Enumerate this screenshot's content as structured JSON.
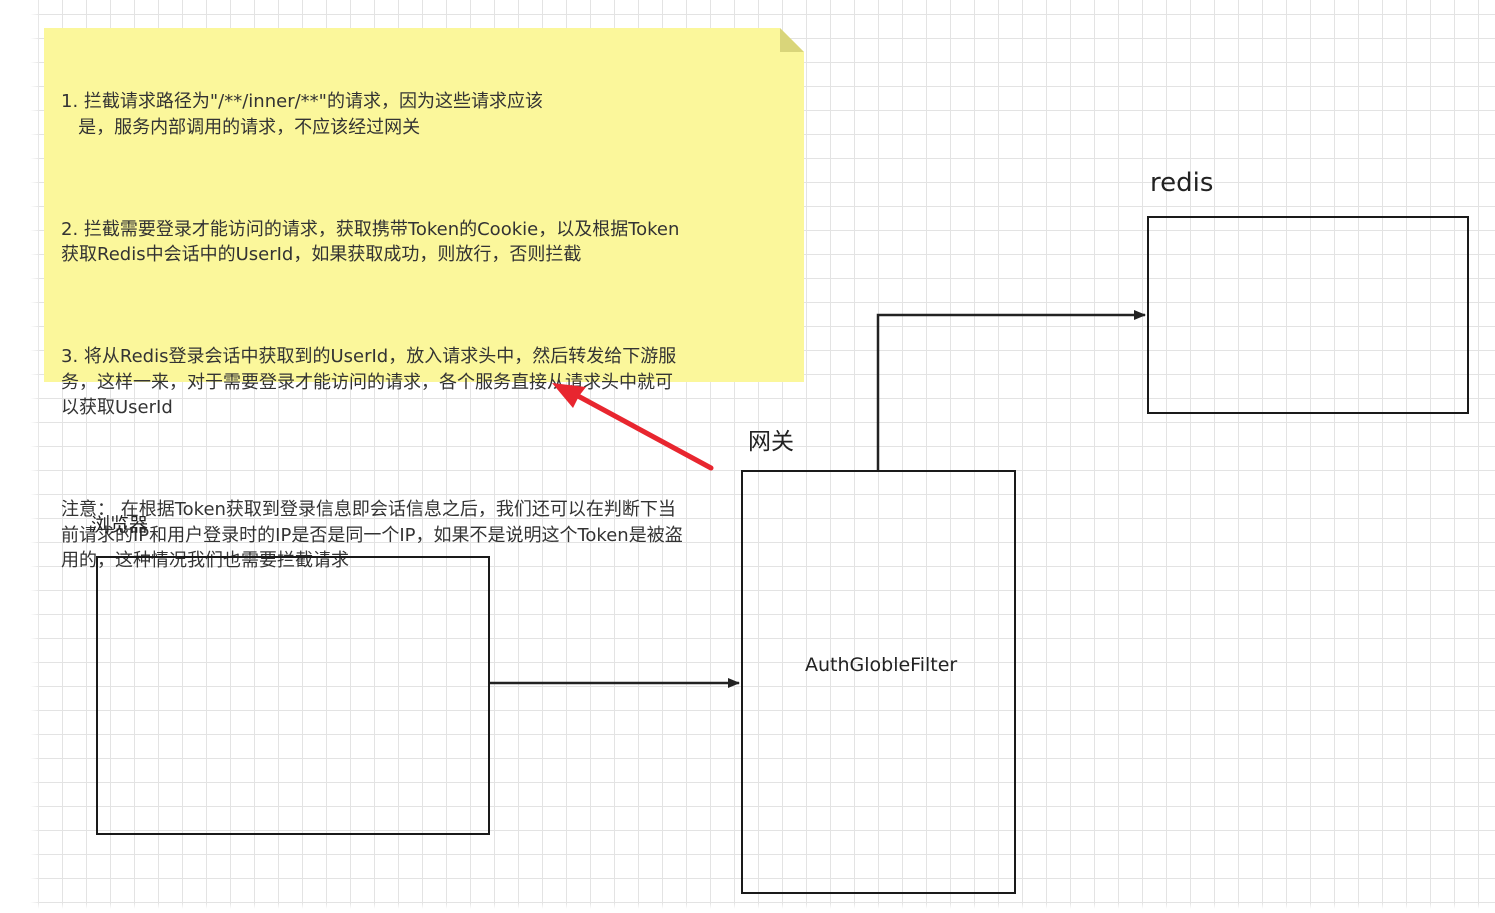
{
  "note": {
    "paragraphs": [
      {
        "lines": [
          "1. 拦截请求路径为\"/**/inner/**\"的请求，因为这些请求应该",
          "   是，服务内部调用的请求，不应该经过网关"
        ]
      },
      {
        "lines": [
          "2. 拦截需要登录才能访问的请求，获取携带Token的Cookie，以及根据Token",
          "获取Redis中会话中的UserId，如果获取成功，则放行，否则拦截"
        ]
      },
      {
        "lines": [
          "3. 将从Redis登录会话中获取到的UserId，放入请求头中，然后转发给下游服",
          "务，这样一来，对于需要登录才能访问的请求，各个服务直接从请求头中就可",
          "以获取UserId"
        ]
      },
      {
        "lines": [
          "注意： 在根据Token获取到登录信息即会话信息之后，我们还可以在判断下当",
          "前请求的IP和用户登录时的IP是否是同一个IP，如果不是说明这个Token是被盗",
          "用的，这种情况我们也需要拦截请求"
        ]
      }
    ],
    "background_color": "#fbf79b"
  },
  "labels": {
    "browser": "浏览器",
    "gateway": "网关",
    "redis": "redis",
    "filter": "AuthGlobleFilter"
  },
  "colors": {
    "arrow_pointer": "#e8262f",
    "connector": "#222222",
    "grid": "#e3e3e3"
  }
}
